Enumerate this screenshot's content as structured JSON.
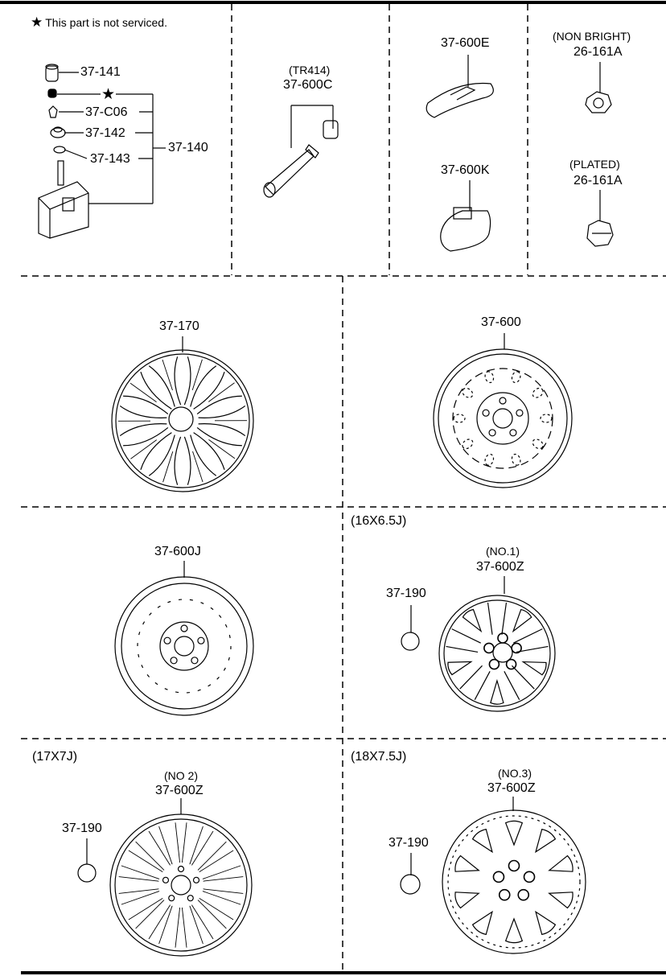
{
  "note": {
    "star": "★",
    "text": "This part is not serviced."
  },
  "sensor_group": {
    "items": [
      "37-141",
      "★",
      "37-C06",
      "37-142",
      "37-143"
    ],
    "assembly": "37-140"
  },
  "valve": {
    "spec": "(TR414)",
    "part": "37-600C"
  },
  "weights": {
    "top": "37-600E",
    "bottom": "37-600K"
  },
  "nuts": {
    "top_spec": "(NON BRIGHT)",
    "top_part": "26-161A",
    "bottom_spec": "(PLATED)",
    "bottom_part": "26-161A"
  },
  "wheels": {
    "cover": "37-170",
    "steel": "37-600",
    "spare": "37-600J",
    "w16": {
      "size": "(16X6.5J)",
      "no": "(NO.1)",
      "part": "37-600Z",
      "cap": "37-190"
    },
    "w17": {
      "size": "(17X7J)",
      "no": "(NO 2)",
      "part": "37-600Z",
      "cap": "37-190"
    },
    "w18": {
      "size": "(18X7.5J)",
      "no": "(NO.3)",
      "part": "37-600Z",
      "cap": "37-190"
    }
  }
}
